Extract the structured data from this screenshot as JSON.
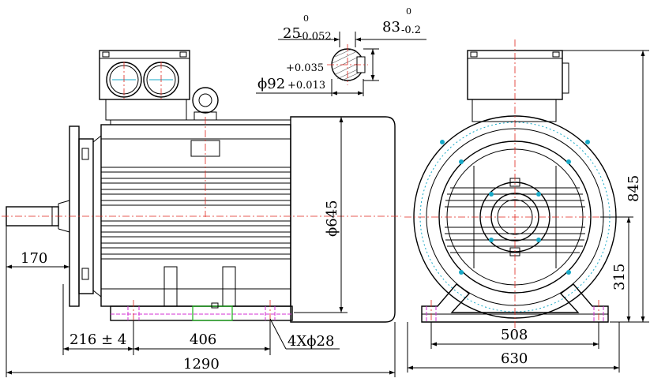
{
  "drawing": {
    "dimensions": {
      "shaft_extension": "170",
      "foot_to_shaft": "216 ± 4",
      "foot_hole_spacing_side": "406",
      "mounting_holes": "4Xϕ28",
      "overall_length": "1290",
      "body_diameter": "ϕ645",
      "foot_hole_spacing_front": "508",
      "base_width": "630",
      "shaft_height": "315",
      "overall_height": "845",
      "key_width": "25",
      "key_width_upper_tol": "0",
      "key_width_lower_tol": "-0.052",
      "key_depth": "83",
      "key_depth_upper_tol": "0",
      "key_depth_lower_tol": "-0.2",
      "shaft_diameter": "ϕ92",
      "shaft_upper_tol": "+0.035",
      "shaft_lower_tol": "+0.013"
    },
    "colors": {
      "outline": "#000000",
      "centerline": "#e0261f",
      "detail": "#18a9c7",
      "hidden": "#d32fd3",
      "keyway": "#19b319"
    }
  }
}
